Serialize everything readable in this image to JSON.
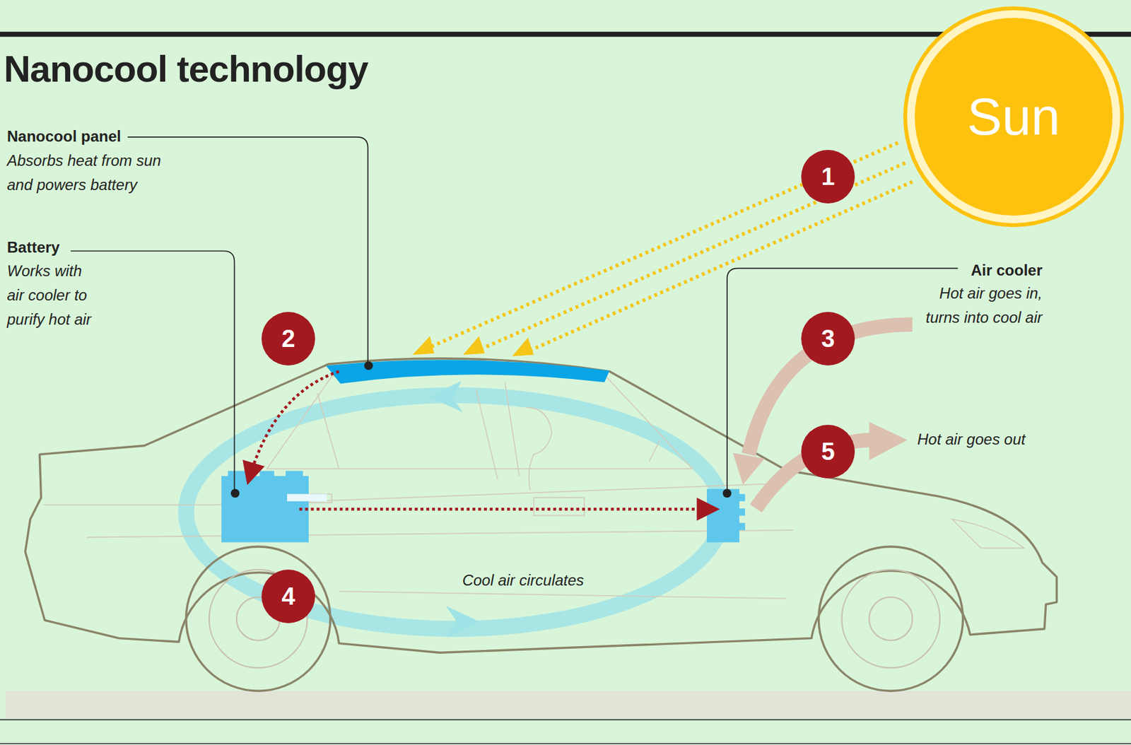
{
  "diagram": {
    "title": "Nanocool technology",
    "nodes": [
      {
        "text": [
          "Sun"
        ]
      }
    ],
    "labels": [
      "Nanocool panel",
      "Absorbs heat from sun and powers battery",
      "Battery",
      "Works with air cooler to purify hot air",
      "1",
      "2",
      "Air cooler",
      "Hot air goes in, turns into cool air",
      "3",
      "5",
      "Hot air goes out",
      "4",
      "Cool air circulates"
    ]
  }
}
